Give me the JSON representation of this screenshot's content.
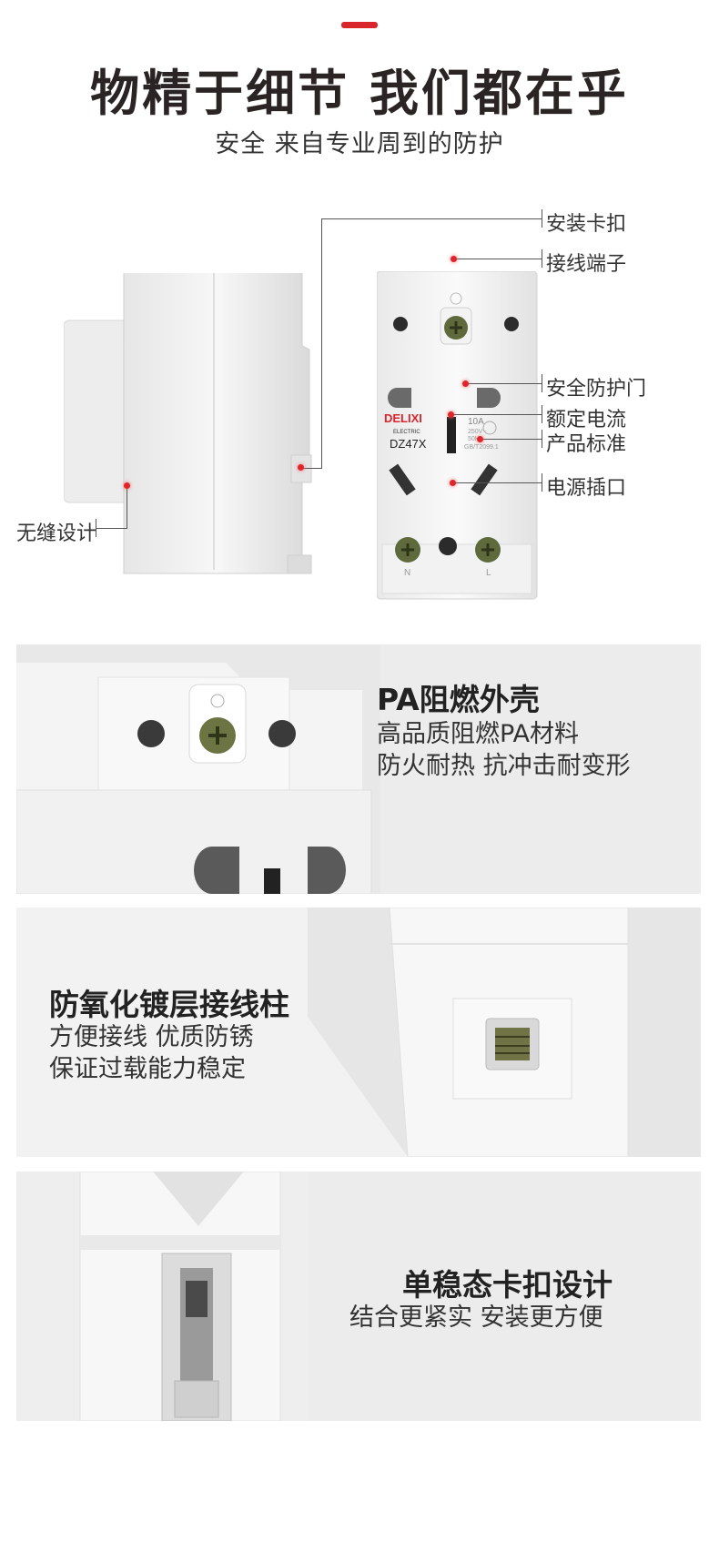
{
  "header": {
    "title": "物精于细节 我们都在乎",
    "subtitle": "安全 来自专业周到的防护"
  },
  "hero": {
    "callouts": {
      "install_clip": "安装卡扣",
      "terminal": "接线端子",
      "safety_door": "安全防护门",
      "rated_current": "额定电流",
      "product_standard": "产品标准",
      "power_socket": "电源插口",
      "seamless": "无缝设计"
    },
    "device": {
      "brand": "DELIXI",
      "brand_sub": "ELECTRIC",
      "model": "DZ47X",
      "rating_amp": "10A",
      "rating_volt": "250V~",
      "rating_freq": "50Hz",
      "standard_code": "GB/T2099.1",
      "neutral_label": "N",
      "live_label": "L"
    }
  },
  "features": [
    {
      "title": "PA阻燃外壳",
      "lines": [
        "高品质阻燃PA材料",
        "防火耐热 抗冲击耐变形"
      ]
    },
    {
      "title": "防氧化镀层接线柱",
      "lines": [
        "方便接线 优质防锈",
        "保证过载能力稳定"
      ]
    },
    {
      "title": "单稳态卡扣设计",
      "lines": [
        "结合更紧实 安装更方便"
      ]
    }
  ],
  "colors": {
    "accent": "#d9252c",
    "title": "#2a2524",
    "panel_bg": "#ececec"
  }
}
